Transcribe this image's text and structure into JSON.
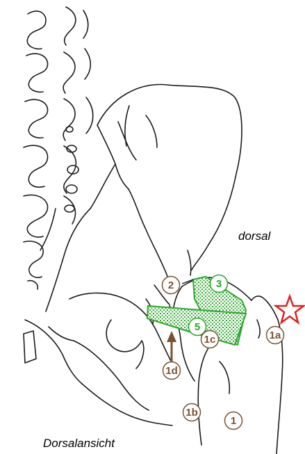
{
  "labels": {
    "orientation": "dorsal",
    "view": "Dorsalansicht"
  },
  "markers": {
    "m1": "1",
    "m1a": "1a",
    "m1b": "1b",
    "m1c": "1c",
    "m1d": "1d",
    "m2": "2",
    "m3": "3",
    "m5": "5"
  },
  "colors": {
    "brown": "#7a5230",
    "green": "#2aa62a",
    "star": "#e0201e",
    "line": "#1a1a1a"
  },
  "icons": {
    "star": "star-icon",
    "arrow": "arrow-up-icon"
  }
}
